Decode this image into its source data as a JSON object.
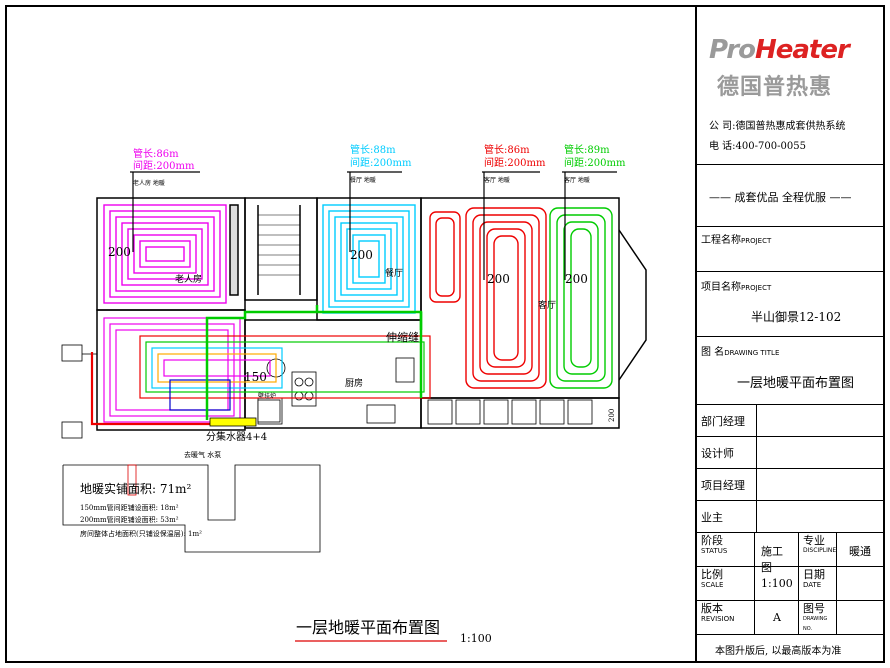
{
  "plan": {
    "rooms": {
      "elderly_room": "老人房",
      "dining": "餐厅",
      "living": "客厅",
      "kitchen": "厨房",
      "boiler": "壁挂炉"
    },
    "loops": [
      {
        "length": "管长:86m",
        "spacing": "间距:200mm",
        "tag": "老人房 地暖",
        "color": "#e0e"
      },
      {
        "length": "管长:88m",
        "spacing": "间距:200mm",
        "tag": "餐厅 地暖",
        "color": "#0cf"
      },
      {
        "length": "管长:86m",
        "spacing": "间距:200mm",
        "tag": "客厅 地暖",
        "color": "#e00"
      },
      {
        "length": "管长:89m",
        "spacing": "间距:200mm",
        "tag": "客厅 地暖",
        "color": "#0c0"
      }
    ],
    "spacing_marks": [
      "200",
      "200",
      "200",
      "200",
      "150"
    ],
    "expansion_joint": "伸缩缝",
    "manifold": "分集水器4+4",
    "supply_labels": "去暖气 水泵",
    "dim_label": "200",
    "summary": {
      "total": "地暖实铺面积: 71m²",
      "area150": "150mm管间距铺设面积: 18m²",
      "area200": "200mm管间距铺设面积: 53m²",
      "other": "房间整体占地面积(只铺设保温层): 1m²"
    },
    "title": "一层地暖平面布置图",
    "scale": "1:100"
  },
  "title_block": {
    "logo_en_a": "Pro",
    "logo_en_b": "Heater",
    "logo_cn": "德国普热惠",
    "company": "公 司:德国普热惠成套供热系统",
    "phone": "电 话:400-700-0055",
    "slogan": "—— 成套优品 全程优服 ——",
    "project_name_label": "工程名称",
    "project_name_label_en": "PROJECT",
    "project_item_label": "项目名称",
    "project_item_label_en": "PROJECT",
    "project_item_value": "半山御景12-102",
    "drawing_label": "图 名",
    "drawing_label_en": "DRAWING TITLE",
    "drawing_title": "一层地暖平面布置图",
    "dept_manager": "部门经理",
    "designer": "设计师",
    "project_manager": "项目经理",
    "owner": "业主",
    "stage_label": "阶段",
    "stage_label_en": "STATUS",
    "stage_value": "施工图",
    "discipline_label": "专业",
    "discipline_label_en": "DISCIPLINE",
    "discipline_value": "暖通",
    "scale_label": "比例",
    "scale_label_en": "SCALE",
    "scale_value": "1:100",
    "date_label": "日期",
    "date_label_en": "DATE",
    "revision_label": "版本",
    "revision_label_en": "REVISION",
    "revision_value": "A",
    "drawing_no_label": "图号",
    "drawing_no_label_en": "DRAWING NO.",
    "footer": "本图升版后, 以最高版本为准"
  }
}
